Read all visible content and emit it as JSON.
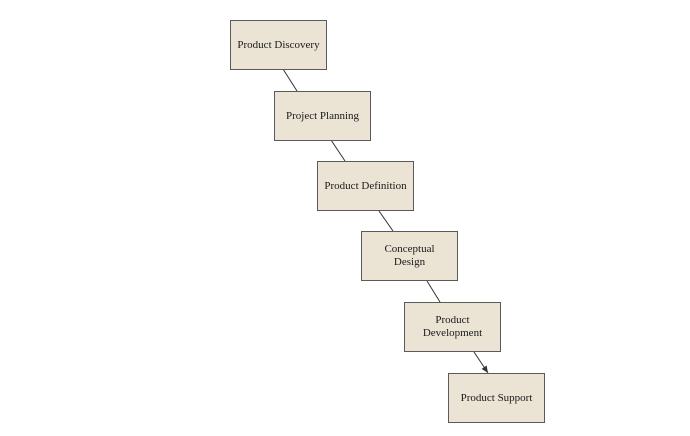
{
  "diagram": {
    "type": "waterfall-flow",
    "stages": [
      {
        "label": "Product Discovery"
      },
      {
        "label": "Project Planning"
      },
      {
        "label": "Product Definition"
      },
      {
        "label": "Conceptual\nDesign"
      },
      {
        "label": "Product\nDevelopment"
      },
      {
        "label": "Product Support"
      }
    ],
    "colors": {
      "box_fill": "#ebe3d4",
      "box_border": "#5a5a5a",
      "connector": "#333333"
    }
  }
}
